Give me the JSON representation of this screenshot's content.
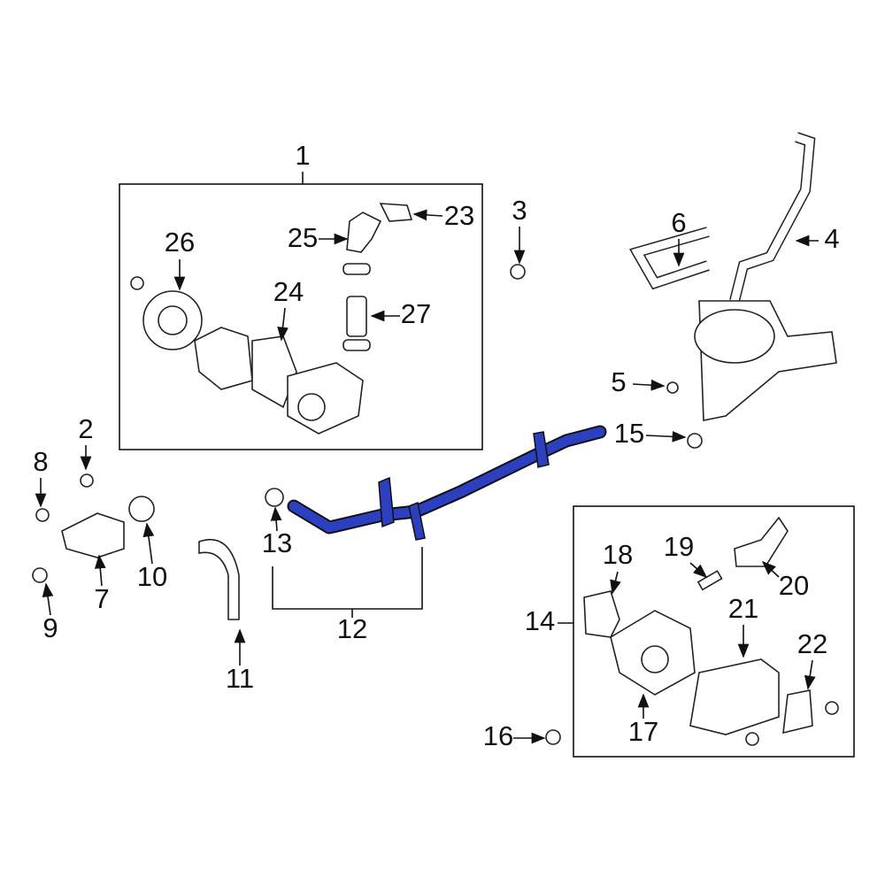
{
  "diagram": {
    "highlight_color": "#2b3fbf",
    "highlighted_part": "12",
    "callouts": [
      "1",
      "2",
      "3",
      "4",
      "5",
      "6",
      "7",
      "8",
      "9",
      "10",
      "11",
      "12",
      "13",
      "14",
      "15",
      "16",
      "17",
      "18",
      "19",
      "20",
      "21",
      "22",
      "23",
      "24",
      "25",
      "26",
      "27"
    ]
  }
}
